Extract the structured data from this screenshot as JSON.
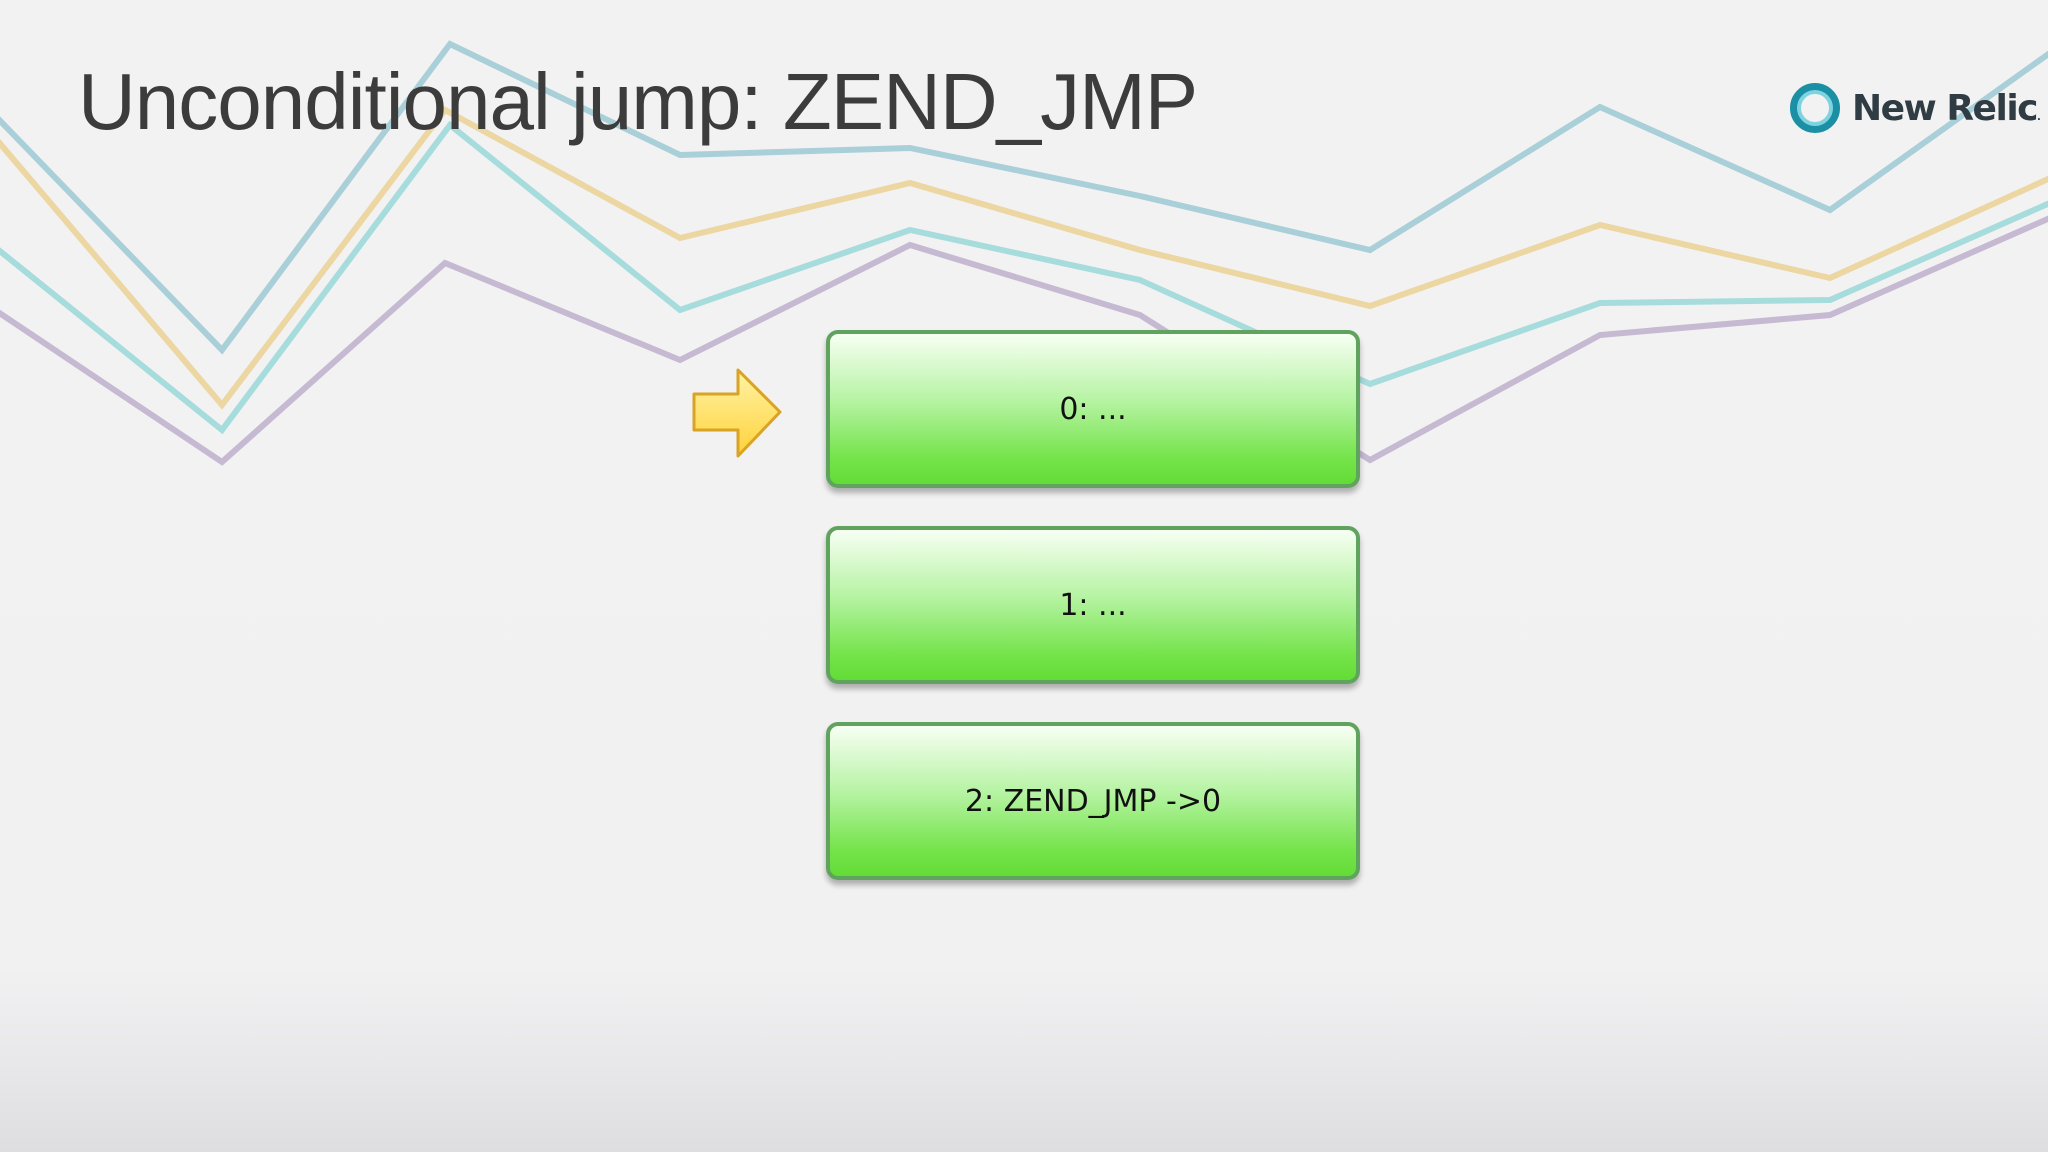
{
  "slide": {
    "title": "Unconditional jump: ZEND_JMP"
  },
  "brand": {
    "name": "New Relic",
    "mark": ".",
    "icon": "new-relic-ring-icon",
    "colors": {
      "ring_outer": "#1b8fa3",
      "ring_inner": "#7fd3e0",
      "text": "#2f3c44"
    }
  },
  "diagram": {
    "current_pointer": {
      "icon": "right-arrow-icon",
      "points_to_index": 0,
      "color": "#ffd84d"
    },
    "steps": [
      {
        "label": "0: ..."
      },
      {
        "label": "1: ..."
      },
      {
        "label": "2: ZEND_JMP ->0"
      }
    ],
    "step_colors": {
      "top": "#f7fff3",
      "bottom": "#63dc36",
      "border": "#5fa35f"
    }
  },
  "background": {
    "line_colors": [
      "#a9cfd8",
      "#ecd6a1",
      "#a6dcdc",
      "#c6b9d2"
    ]
  }
}
